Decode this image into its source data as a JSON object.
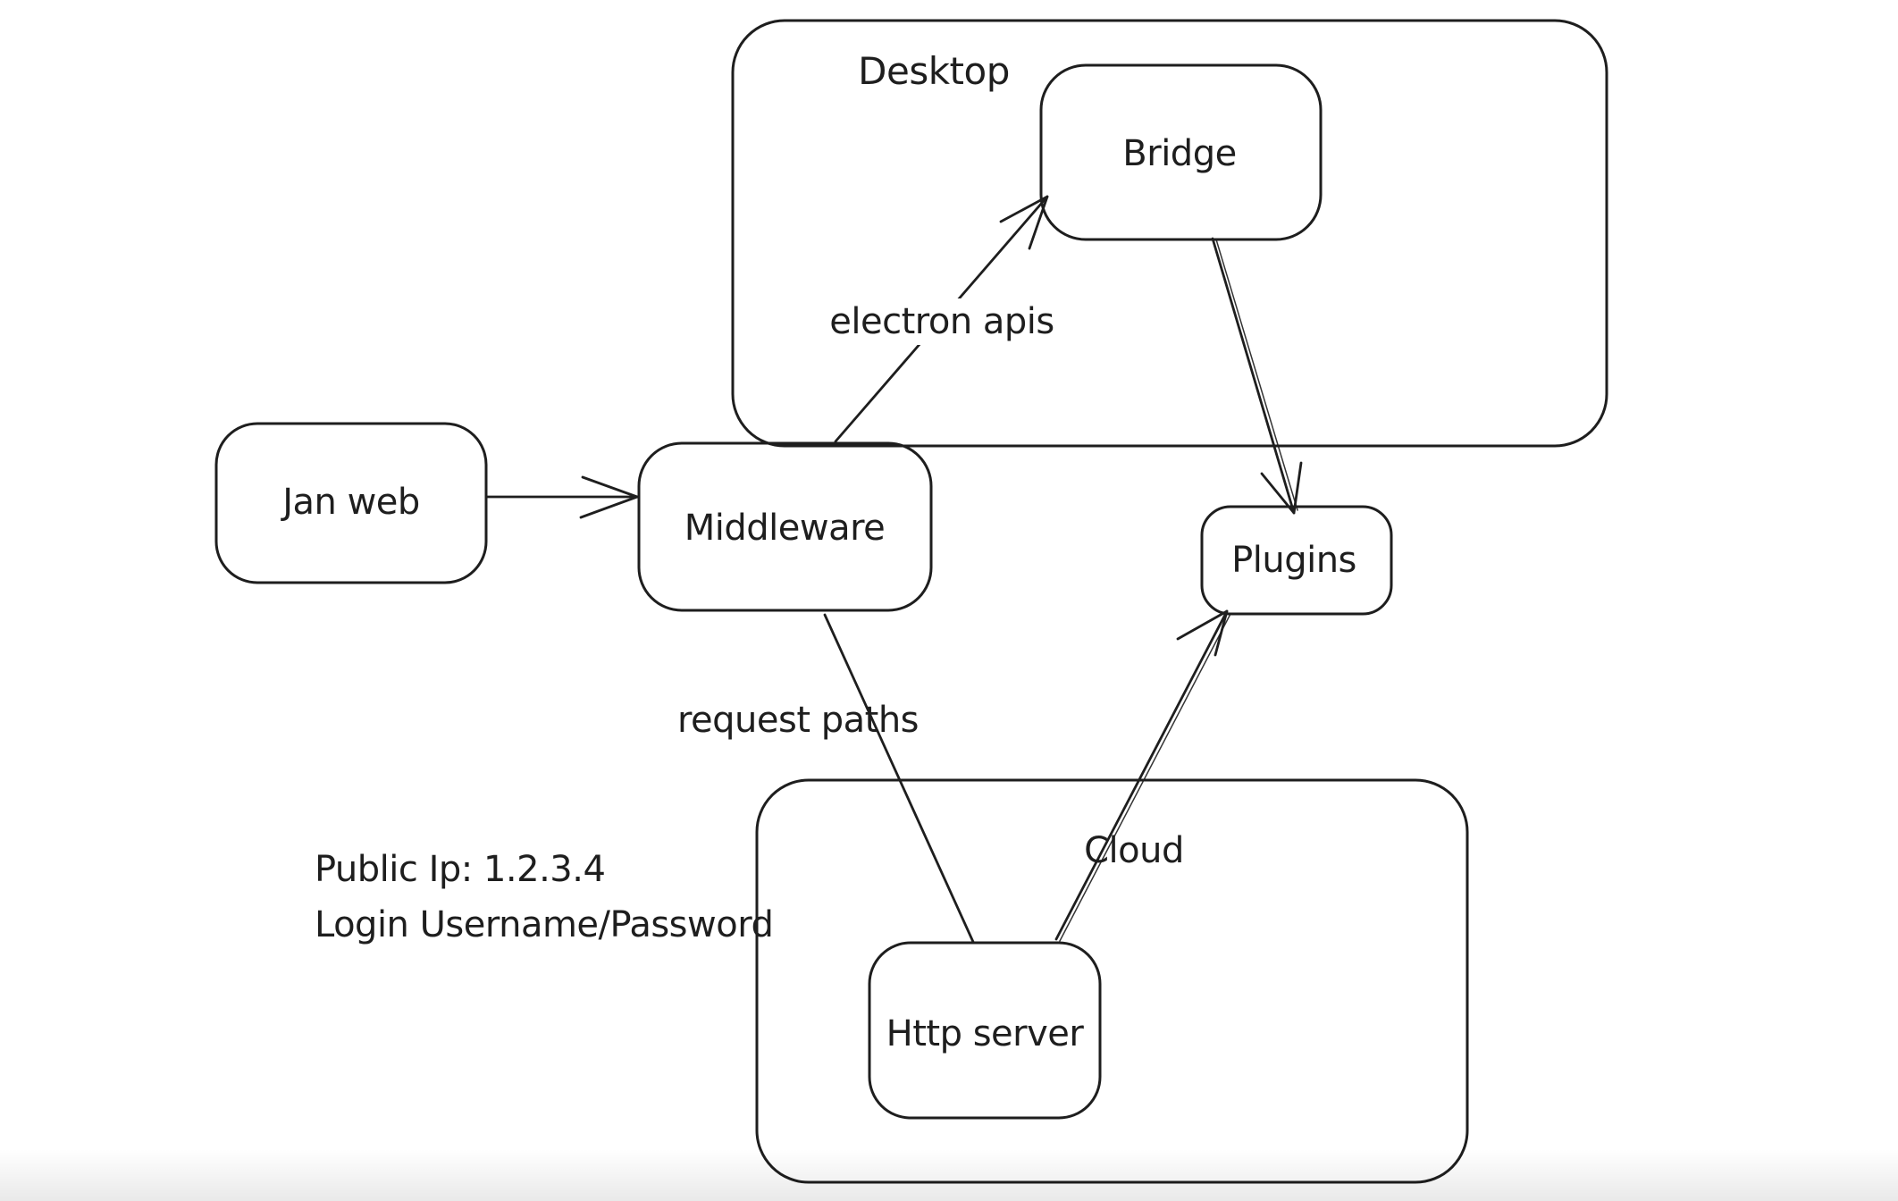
{
  "diagram": {
    "background_color": "#ffffff",
    "stroke_color": "#1e1e1e",
    "containers": {
      "desktop": {
        "label": "Desktop"
      },
      "cloud": {
        "label": "Cloud"
      }
    },
    "nodes": {
      "jan_web": {
        "label": "Jan web"
      },
      "middleware": {
        "label": "Middleware"
      },
      "bridge": {
        "label": "Bridge"
      },
      "plugins": {
        "label": "Plugins"
      },
      "http_server": {
        "label": "Http server"
      }
    },
    "edge_labels": {
      "electron_apis": "electron apis",
      "request_paths": "request paths"
    },
    "notes": {
      "line1": "Public Ip: 1.2.3.4",
      "line2": "Login Username/Password"
    },
    "edges": [
      {
        "from": "jan_web",
        "to": "middleware",
        "label": "",
        "arrowhead": "end"
      },
      {
        "from": "middleware",
        "to": "bridge",
        "label": "electron apis",
        "arrowhead": "end"
      },
      {
        "from": "bridge",
        "to": "plugins",
        "label": "",
        "arrowhead": "end"
      },
      {
        "from": "middleware",
        "to": "http_server",
        "label": "request paths",
        "arrowhead": "none"
      },
      {
        "from": "http_server",
        "to": "plugins",
        "label": "",
        "arrowhead": "end"
      }
    ]
  }
}
